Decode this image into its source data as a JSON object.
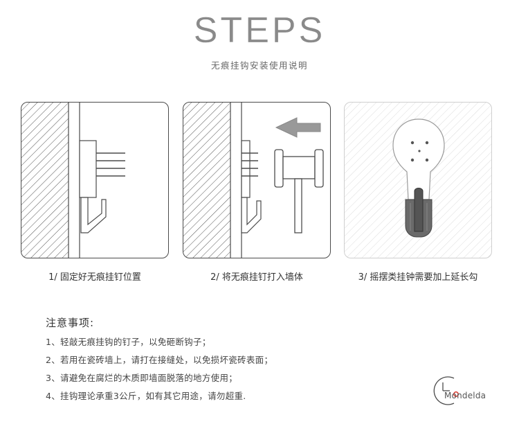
{
  "header": {
    "title": "STEPS",
    "subtitle": "无痕挂钩安装使用说明"
  },
  "steps": [
    {
      "caption": "1/ 固定好无痕挂钉位置"
    },
    {
      "caption": "2/ 将无痕挂钉打入墙体"
    },
    {
      "caption": "3/ 摇摆类挂钟需要加上延长勾"
    }
  ],
  "notes": {
    "title": "注意事项:",
    "items": [
      "1、轻敲无痕挂钩的钉子，以免砸断钩子；",
      "2、若用在瓷砖墙上，请打在接缝处，以免损坏瓷砖表面；",
      "3、请避免在腐烂的木质即墙面脱落的地方使用；",
      "4、挂钩理论承重3公斤，如有其它用途，请勿超重."
    ]
  },
  "brand": {
    "name": "Mondelda",
    "accent_color": "#d9362b",
    "line_color": "#4a4a4a"
  }
}
